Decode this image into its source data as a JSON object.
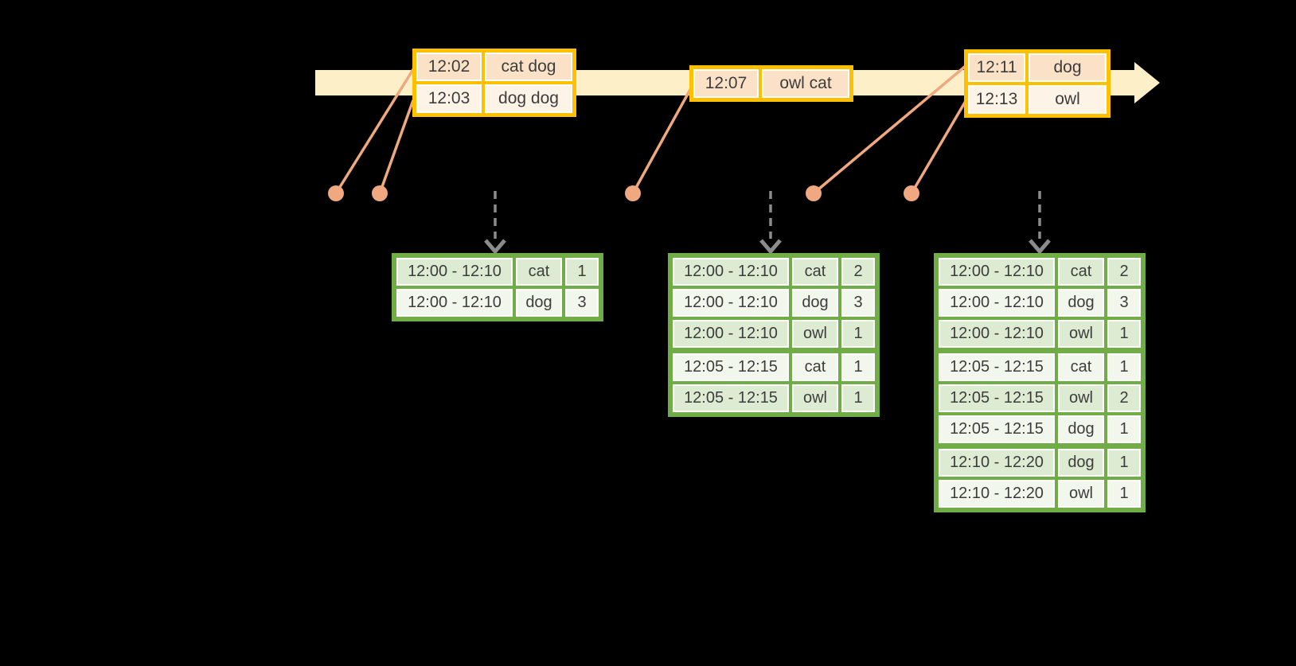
{
  "event_boxes": [
    {
      "rows": [
        {
          "time": "12:02",
          "words": "cat dog"
        },
        {
          "time": "12:03",
          "words": "dog dog"
        }
      ]
    },
    {
      "rows": [
        {
          "time": "12:07",
          "words": "owl cat"
        }
      ]
    },
    {
      "rows": [
        {
          "time": "12:11",
          "words": "dog"
        },
        {
          "time": "12:13",
          "words": "owl"
        }
      ]
    }
  ],
  "result_tables": [
    {
      "rows": [
        {
          "window": "12:00 - 12:10",
          "word": "cat",
          "count": "1"
        },
        {
          "window": "12:00 - 12:10",
          "word": "dog",
          "count": "3"
        }
      ]
    },
    {
      "rows": [
        {
          "window": "12:00 - 12:10",
          "word": "cat",
          "count": "2"
        },
        {
          "window": "12:00 - 12:10",
          "word": "dog",
          "count": "3"
        },
        {
          "window": "12:00 - 12:10",
          "word": "owl",
          "count": "1"
        },
        {
          "window": "12:05 - 12:15",
          "word": "cat",
          "count": "1"
        },
        {
          "window": "12:05 - 12:15",
          "word": "owl",
          "count": "1"
        }
      ]
    },
    {
      "rows": [
        {
          "window": "12:00 - 12:10",
          "word": "cat",
          "count": "2"
        },
        {
          "window": "12:00 - 12:10",
          "word": "dog",
          "count": "3"
        },
        {
          "window": "12:00 - 12:10",
          "word": "owl",
          "count": "1"
        },
        {
          "window": "12:05 - 12:15",
          "word": "cat",
          "count": "1"
        },
        {
          "window": "12:05 - 12:15",
          "word": "owl",
          "count": "2"
        },
        {
          "window": "12:05 - 12:15",
          "word": "dog",
          "count": "1"
        },
        {
          "window": "12:10 - 12:20",
          "word": "dog",
          "count": "1"
        },
        {
          "window": "12:10 - 12:20",
          "word": "owl",
          "count": "1"
        }
      ]
    }
  ],
  "icons": {
    "timeline_arrow": "right-arrow",
    "trigger_arrow": "dashed-down-arrow",
    "event_marker": "dot"
  },
  "colors": {
    "background": "#000000",
    "timeline_fill": "#fdf0c9",
    "event_border": "#ffc000",
    "event_row_dark": "#fbe2c6",
    "event_row_light": "#fdf3e6",
    "connector": "#efa87f",
    "trigger_arrow": "#8c8c8c",
    "result_border": "#70ad47",
    "result_row_dark": "#dcebd1",
    "result_row_light": "#f1f7ec",
    "text": "#3d3d3d"
  }
}
